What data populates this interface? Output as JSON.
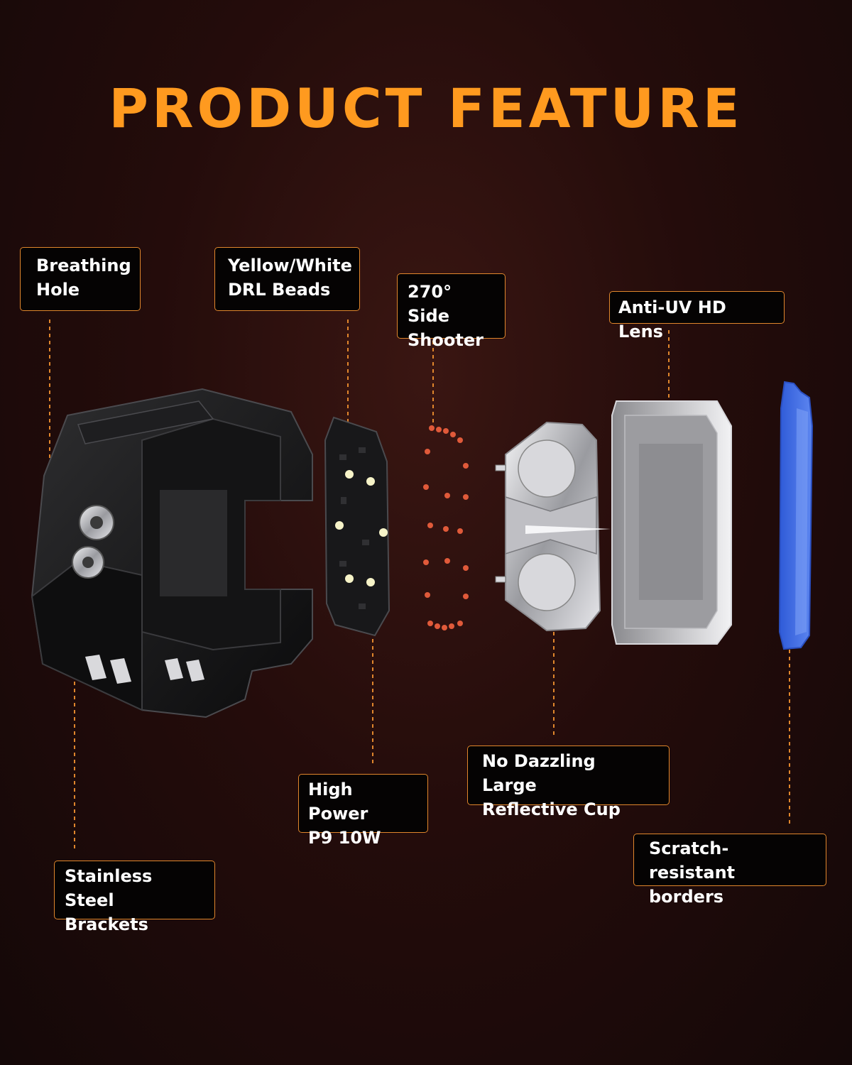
{
  "title": "PRODUCT FEATURE",
  "features": {
    "breathing_hole": "Breathing\nHole",
    "drl_beads": "Yellow/White\nDRL Beads",
    "side_shooter": "270° Side\nShooter",
    "hd_lens": "Anti-UV HD Lens",
    "brackets": "Stainless Steel\nBrackets",
    "high_power": "High Power\nP9 10W",
    "reflective_cup": "No Dazzling  Large\nReflective Cup",
    "borders": "Scratch-resistant\nborders"
  },
  "colors": {
    "accent": "#ff9a1f",
    "label_border": "#e0862c",
    "border_blue": "#3f6fe0",
    "background": "#240c0b"
  }
}
